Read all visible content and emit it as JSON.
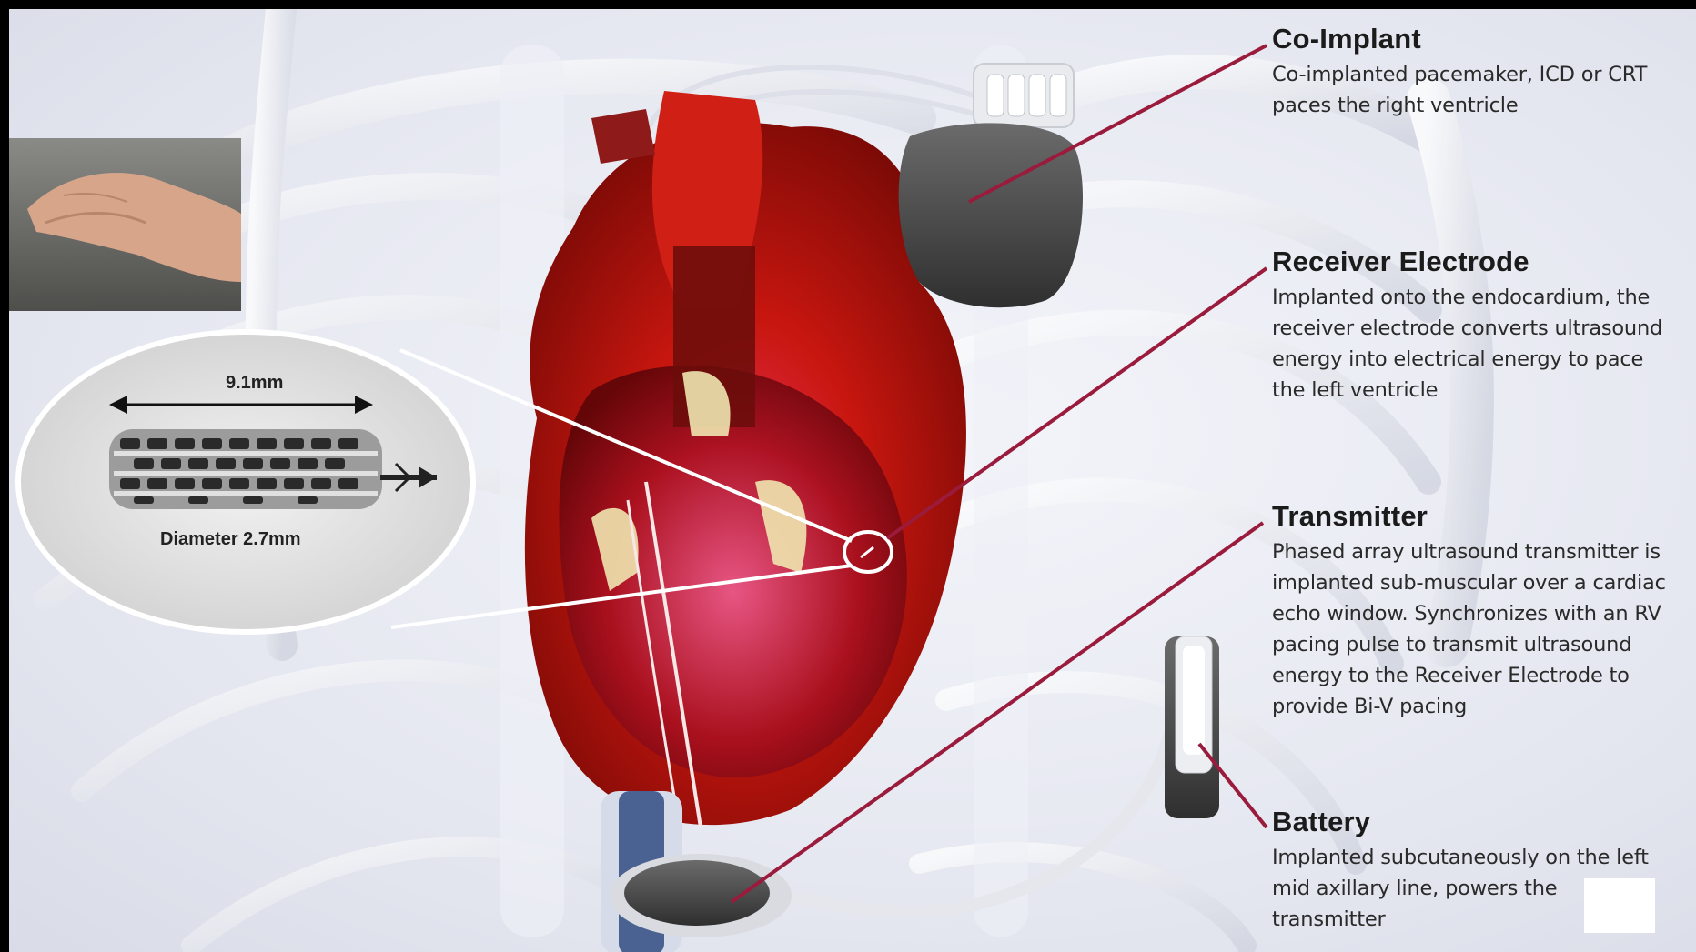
{
  "callouts": {
    "co_implant": {
      "title": "Co-Implant",
      "lines": [
        "Co-implanted pacemaker, ICD or CRT",
        "paces the right ventricle"
      ]
    },
    "receiver_electrode": {
      "title": "Receiver Electrode",
      "lines": [
        "Implanted onto the endocardium, the",
        "receiver electrode converts ultrasound",
        "energy into electrical energy to pace",
        "the left ventricle"
      ]
    },
    "transmitter": {
      "title": "Transmitter",
      "lines": [
        "Phased array ultrasound transmitter is",
        "implanted sub-muscular over a cardiac",
        "echo window. Synchronizes with an RV",
        "pacing pulse to transmit ultrasound",
        "energy to the Receiver Electrode to",
        "provide Bi-V pacing"
      ]
    },
    "battery": {
      "title": "Battery",
      "lines": [
        "Implanted subcutaneously on the left",
        "mid axillary line, powers the",
        "transmitter"
      ]
    }
  },
  "inset": {
    "length_label": "9.1mm",
    "diameter_label": "Diameter 2.7mm"
  },
  "colors": {
    "leader_line": "#9a1b3c",
    "heart_red": "#c8160f",
    "device_gray": "#4a4a4a",
    "frame_red": "#b30000"
  }
}
